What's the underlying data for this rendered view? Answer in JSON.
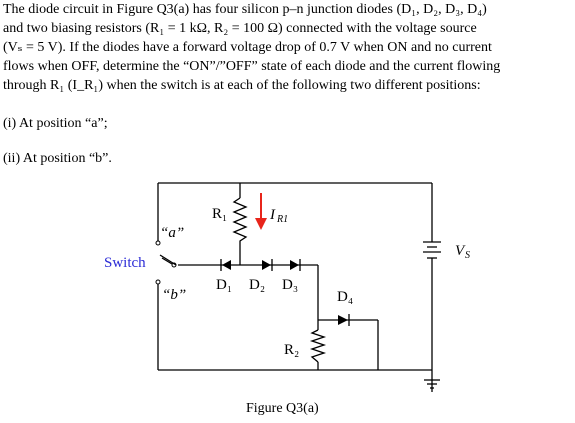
{
  "question": {
    "lines": [
      "The diode circuit in Figure Q3(a) has four silicon p–n junction diodes (D₁, D₂, D₃, D₄)",
      "and two biasing resistors (R₁ = 1 kΩ, R₂ = 100 Ω) connected with the voltage source",
      "(Vₛ = 5 V). If the diodes have a forward voltage drop of 0.7 V when ON and no current",
      "flows when OFF, determine the “ON”/”OFF” state of each diode and the current flowing",
      "through R₁ (I_R₁) when the switch is at each of the following two different positions:"
    ],
    "items": [
      "(i)   At position “a”;",
      "(ii)  At position “b”."
    ]
  },
  "figure": {
    "caption": "Figure Q3(a)",
    "labels": {
      "switch": "Switch",
      "pos_a": "“a”",
      "pos_b": "“b”",
      "r1": "R₁",
      "ir1": "I",
      "ir1_sub": "R1",
      "d1": "D₁",
      "d2": "D₂",
      "d3": "D₃",
      "d4": "D₄",
      "r2": "R₂",
      "vs": "V",
      "vs_sub": "S"
    },
    "colors": {
      "switch_label": "#2b2bd6",
      "current_arrow": "#e8251b",
      "wire": "#000000"
    }
  }
}
